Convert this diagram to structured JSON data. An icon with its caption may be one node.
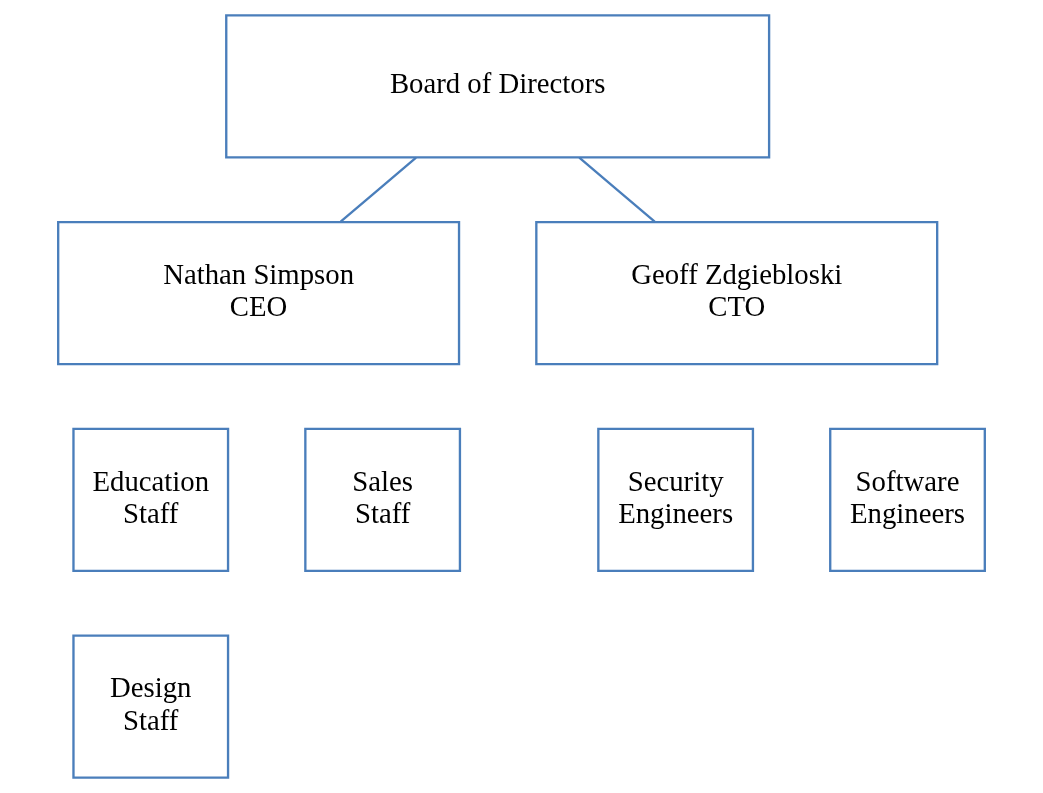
{
  "diagram": {
    "nodes": [
      {
        "text": [
          "Board of Directors"
        ]
      },
      {
        "text": [
          "Nathan Simpson",
          "CEO"
        ]
      },
      {
        "text": [
          "Geoff Zdgiebloski",
          "CTO"
        ]
      },
      {
        "text": [
          "Education Staff"
        ]
      },
      {
        "text": [
          "Sales Staff"
        ]
      },
      {
        "text": [
          "Design Staff"
        ]
      },
      {
        "text": [
          "Security Engineers"
        ]
      },
      {
        "text": [
          "Software Engineers"
        ]
      }
    ],
    "edges": [
      {
        "from": 0,
        "to": 1,
        "arrow": "none"
      },
      {
        "from": 0,
        "to": 2,
        "arrow": "none"
      }
    ]
  }
}
